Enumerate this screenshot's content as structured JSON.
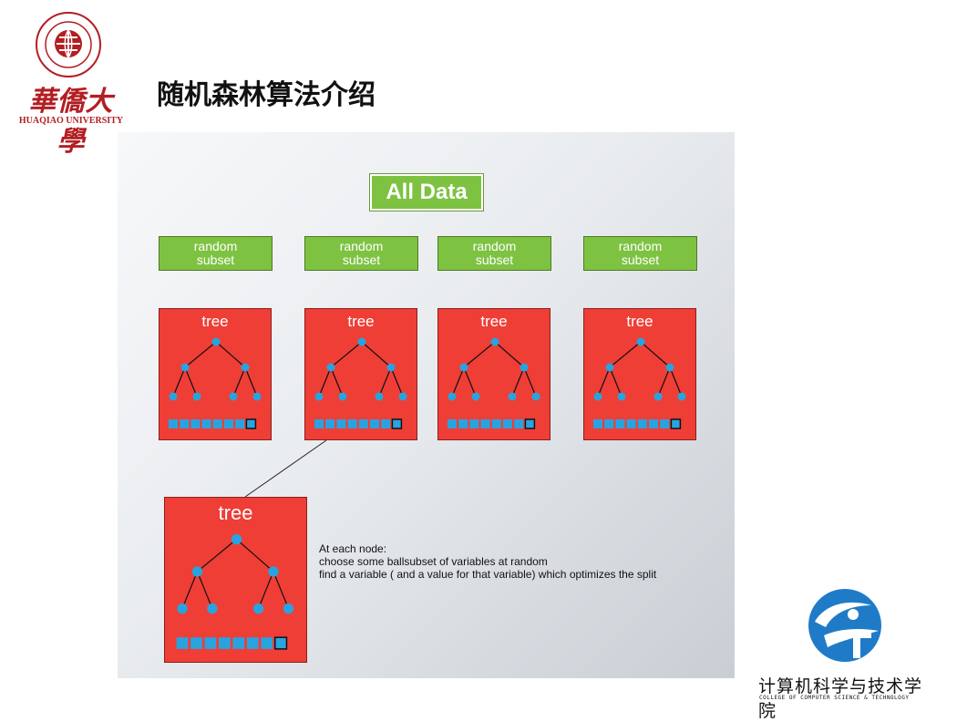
{
  "header": {
    "university_cn": "華僑大學",
    "university_en": "HUAQIAO UNIVERSITY",
    "title": "随机森林算法介绍"
  },
  "diagram": {
    "root_label": "All Data",
    "subsets": [
      "random\nsubset",
      "random\nsubset",
      "random\nsubset",
      "random\nsubset"
    ],
    "trees": [
      "tree",
      "tree",
      "tree",
      "tree"
    ],
    "detail_tree_label": "tree",
    "note": {
      "line1": "At each node:",
      "line2": "choose some ballsubset of variables at random",
      "line3": "find a variable ( and a value for that variable) which optimizes the split"
    },
    "colors": {
      "green": "#7ec242",
      "red": "#ee3e36",
      "node_blue": "#29a3e0"
    }
  },
  "footer": {
    "college_cn": "计算机科学与技术学院",
    "college_en": "COLLEGE OF COMPUTER SCIENCE & TECHNOLOGY"
  }
}
